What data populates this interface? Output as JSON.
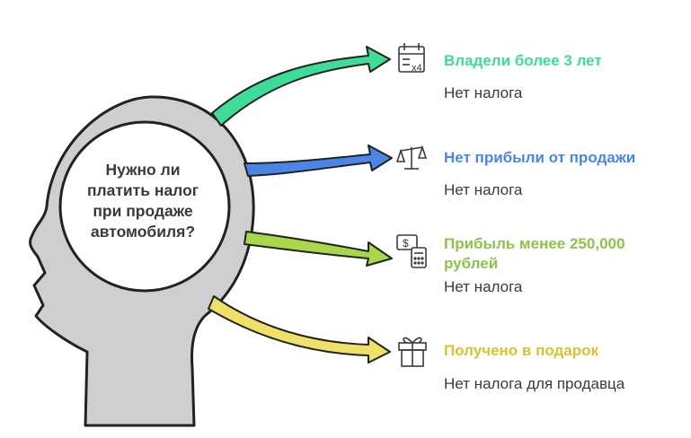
{
  "question": {
    "lines": [
      "Нужно ли",
      "платить налог",
      "при продаже",
      "автомобиля?"
    ]
  },
  "branches": [
    {
      "icon": "calendar-x4-icon",
      "title": "Владели более 3 лет",
      "description": "Нет налога",
      "color": "#3ddc97"
    },
    {
      "icon": "balance-scale-icon",
      "title": "Нет прибыли от продажи",
      "description": "Нет налога",
      "color": "#4a86e8"
    },
    {
      "icon": "money-calculator-icon",
      "title_lines": [
        "Прибыль менее 250,000",
        "рублей"
      ],
      "description": "Нет налога",
      "color": "#8bc34a"
    },
    {
      "icon": "gift-icon",
      "title": "Получено в подарок",
      "description": "Нет налога для продавца",
      "color": "#e8d44d"
    }
  ],
  "colors": {
    "head_fill": "#cfcfcf",
    "head_stroke": "#222222",
    "text": "#3a3a3a"
  }
}
